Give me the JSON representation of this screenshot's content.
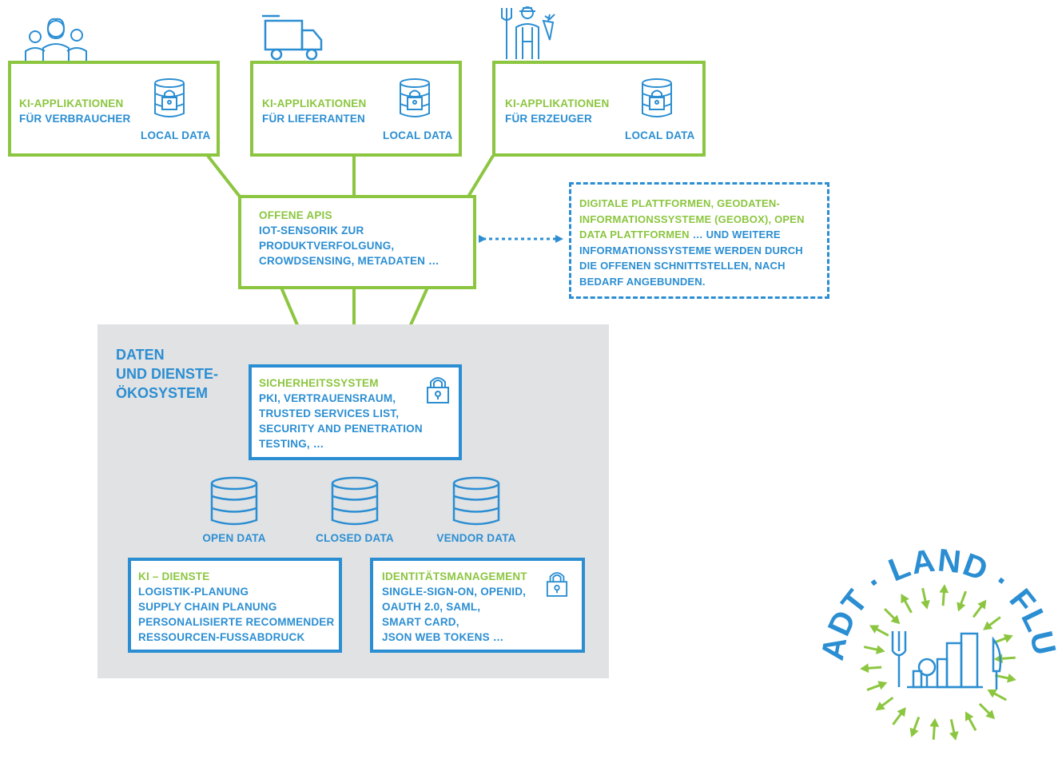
{
  "top_boxes": [
    {
      "title": "KI-APPLIKATIONEN",
      "subtitle": "FÜR VERBRAUCHER",
      "data_label": "LOCAL DATA",
      "icon": "consumers-icon"
    },
    {
      "title": "KI-APPLIKATIONEN",
      "subtitle": "FÜR LIEFERANTEN",
      "data_label": "LOCAL DATA",
      "icon": "truck-icon"
    },
    {
      "title": "KI-APPLIKATIONEN",
      "subtitle": "FÜR ERZEUGER",
      "data_label": "LOCAL DATA",
      "icon": "farmer-icon"
    }
  ],
  "apis_box": {
    "title": "OFFENE APIS",
    "lines": [
      "IOT-SENSORIK ZUR",
      "PRODUKTVERFOLGUNG,",
      "CROWDSENSING, METADATEN …"
    ]
  },
  "platform_note": {
    "line1": "DIGITALE PLATTFORMEN, GEODATEN-",
    "line2": "INFORMATIONSSYSTEME (GEOBOX), OPEN",
    "line3_green": "DATA PLATTFORMEN",
    "line3_blue": " … UND WEITERE",
    "line4": "INFORMATIONSSYSTEME WERDEN DURCH",
    "line5": "DIE OFFENEN SCHNITTSTELLEN, NACH",
    "line6": "BEDARF ANGEBUNDEN."
  },
  "ecosystem_title": [
    "DATEN",
    "UND DIENSTE-",
    "ÖKOSYSTEM"
  ],
  "security_box": {
    "title": "SICHERHEITSSYSTEM",
    "lines": [
      "PKI, VERTRAUENSRAUM,",
      "TRUSTED SERVICES LIST,",
      "SECURITY AND PENETRATION",
      "TESTING, …"
    ]
  },
  "databases": [
    {
      "label": "OPEN DATA"
    },
    {
      "label": "CLOSED DATA"
    },
    {
      "label": "VENDOR DATA"
    }
  ],
  "ki_dienste": {
    "title": "KI – DIENSTE",
    "lines": [
      "LOGISTIK-PLANUNG",
      "SUPPLY CHAIN PLANUNG",
      "PERSONALISIERTE RECOMMENDER",
      "RESSOURCEN-FUßABDRUCK"
    ]
  },
  "identity_box": {
    "title": "IDENTITÄTSMANAGEMENT",
    "lines": [
      "SINGLE-SIGN-ON, OPENID,",
      "OAUTH 2.0, SAML,",
      "SMART CARD,",
      "JSON WEB TOKENS …"
    ]
  },
  "logo": {
    "text": "STADT · LAND · FLUSS"
  },
  "colors": {
    "green": "#8cc640",
    "blue": "#2b8ed2",
    "gray": "#e1e2e4"
  }
}
